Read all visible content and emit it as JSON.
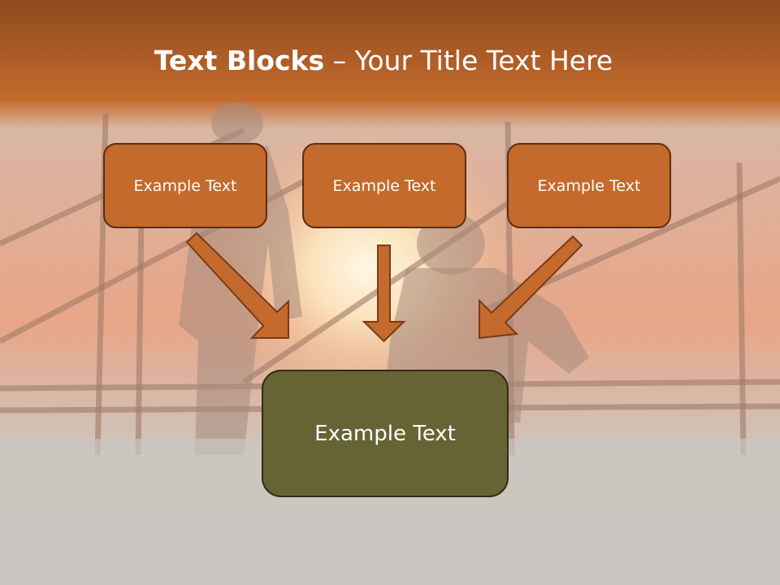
{
  "slide": {
    "title_bold": "Text Blocks",
    "title_rest": " – Your Title Text Here",
    "boxes": [
      {
        "label": "Example Text"
      },
      {
        "label": "Example Text"
      },
      {
        "label": "Example Text"
      }
    ],
    "main_box": {
      "label": "Example Text"
    }
  },
  "colors": {
    "header": "#c46a2c",
    "box_fill": "#c46a2c",
    "box_border": "#5e2c10",
    "main_fill": "#666434",
    "main_border": "#2f2e14",
    "background": "#cbc6c1"
  }
}
